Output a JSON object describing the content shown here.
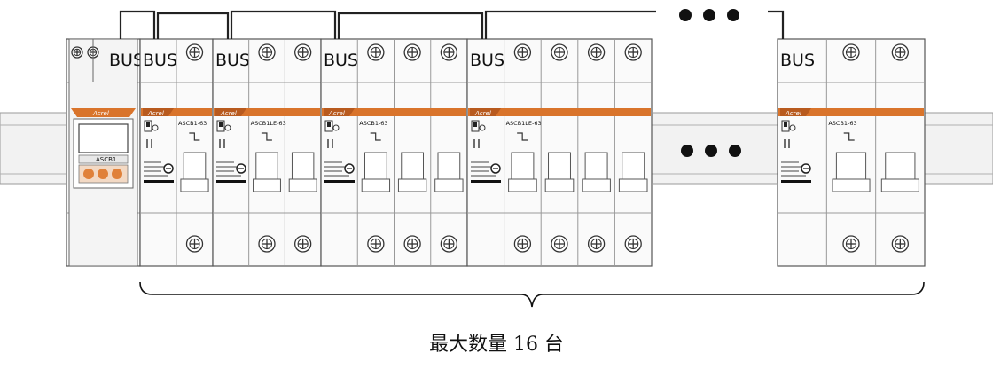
{
  "diagram": {
    "bus_label": "BUS",
    "ellipsis": "●●●",
    "module_brand": "Acrel",
    "master_model": "ASCB1",
    "caption": "最大数量 16 台",
    "colors": {
      "line": "#222222",
      "body": "#fafafa",
      "stripe": "#d9742b",
      "accent": "#e0813a",
      "outline": "#555555"
    },
    "modules": [
      {
        "name": "bus-master",
        "type": "master"
      },
      {
        "name": "breaker-1",
        "type": "breaker",
        "label": "ASCB1-63",
        "poles": 2
      },
      {
        "name": "breaker-2",
        "type": "breaker",
        "label": "ASCB1LE-63",
        "poles": 3
      },
      {
        "name": "breaker-3",
        "type": "breaker",
        "label": "ASCB1-63",
        "poles": 4
      },
      {
        "name": "breaker-4",
        "type": "breaker",
        "label": "ASCB1LE-63",
        "poles": 5
      },
      {
        "name": "breaker-last",
        "type": "breaker",
        "label": "ASCB1-63",
        "poles": 3
      }
    ]
  }
}
